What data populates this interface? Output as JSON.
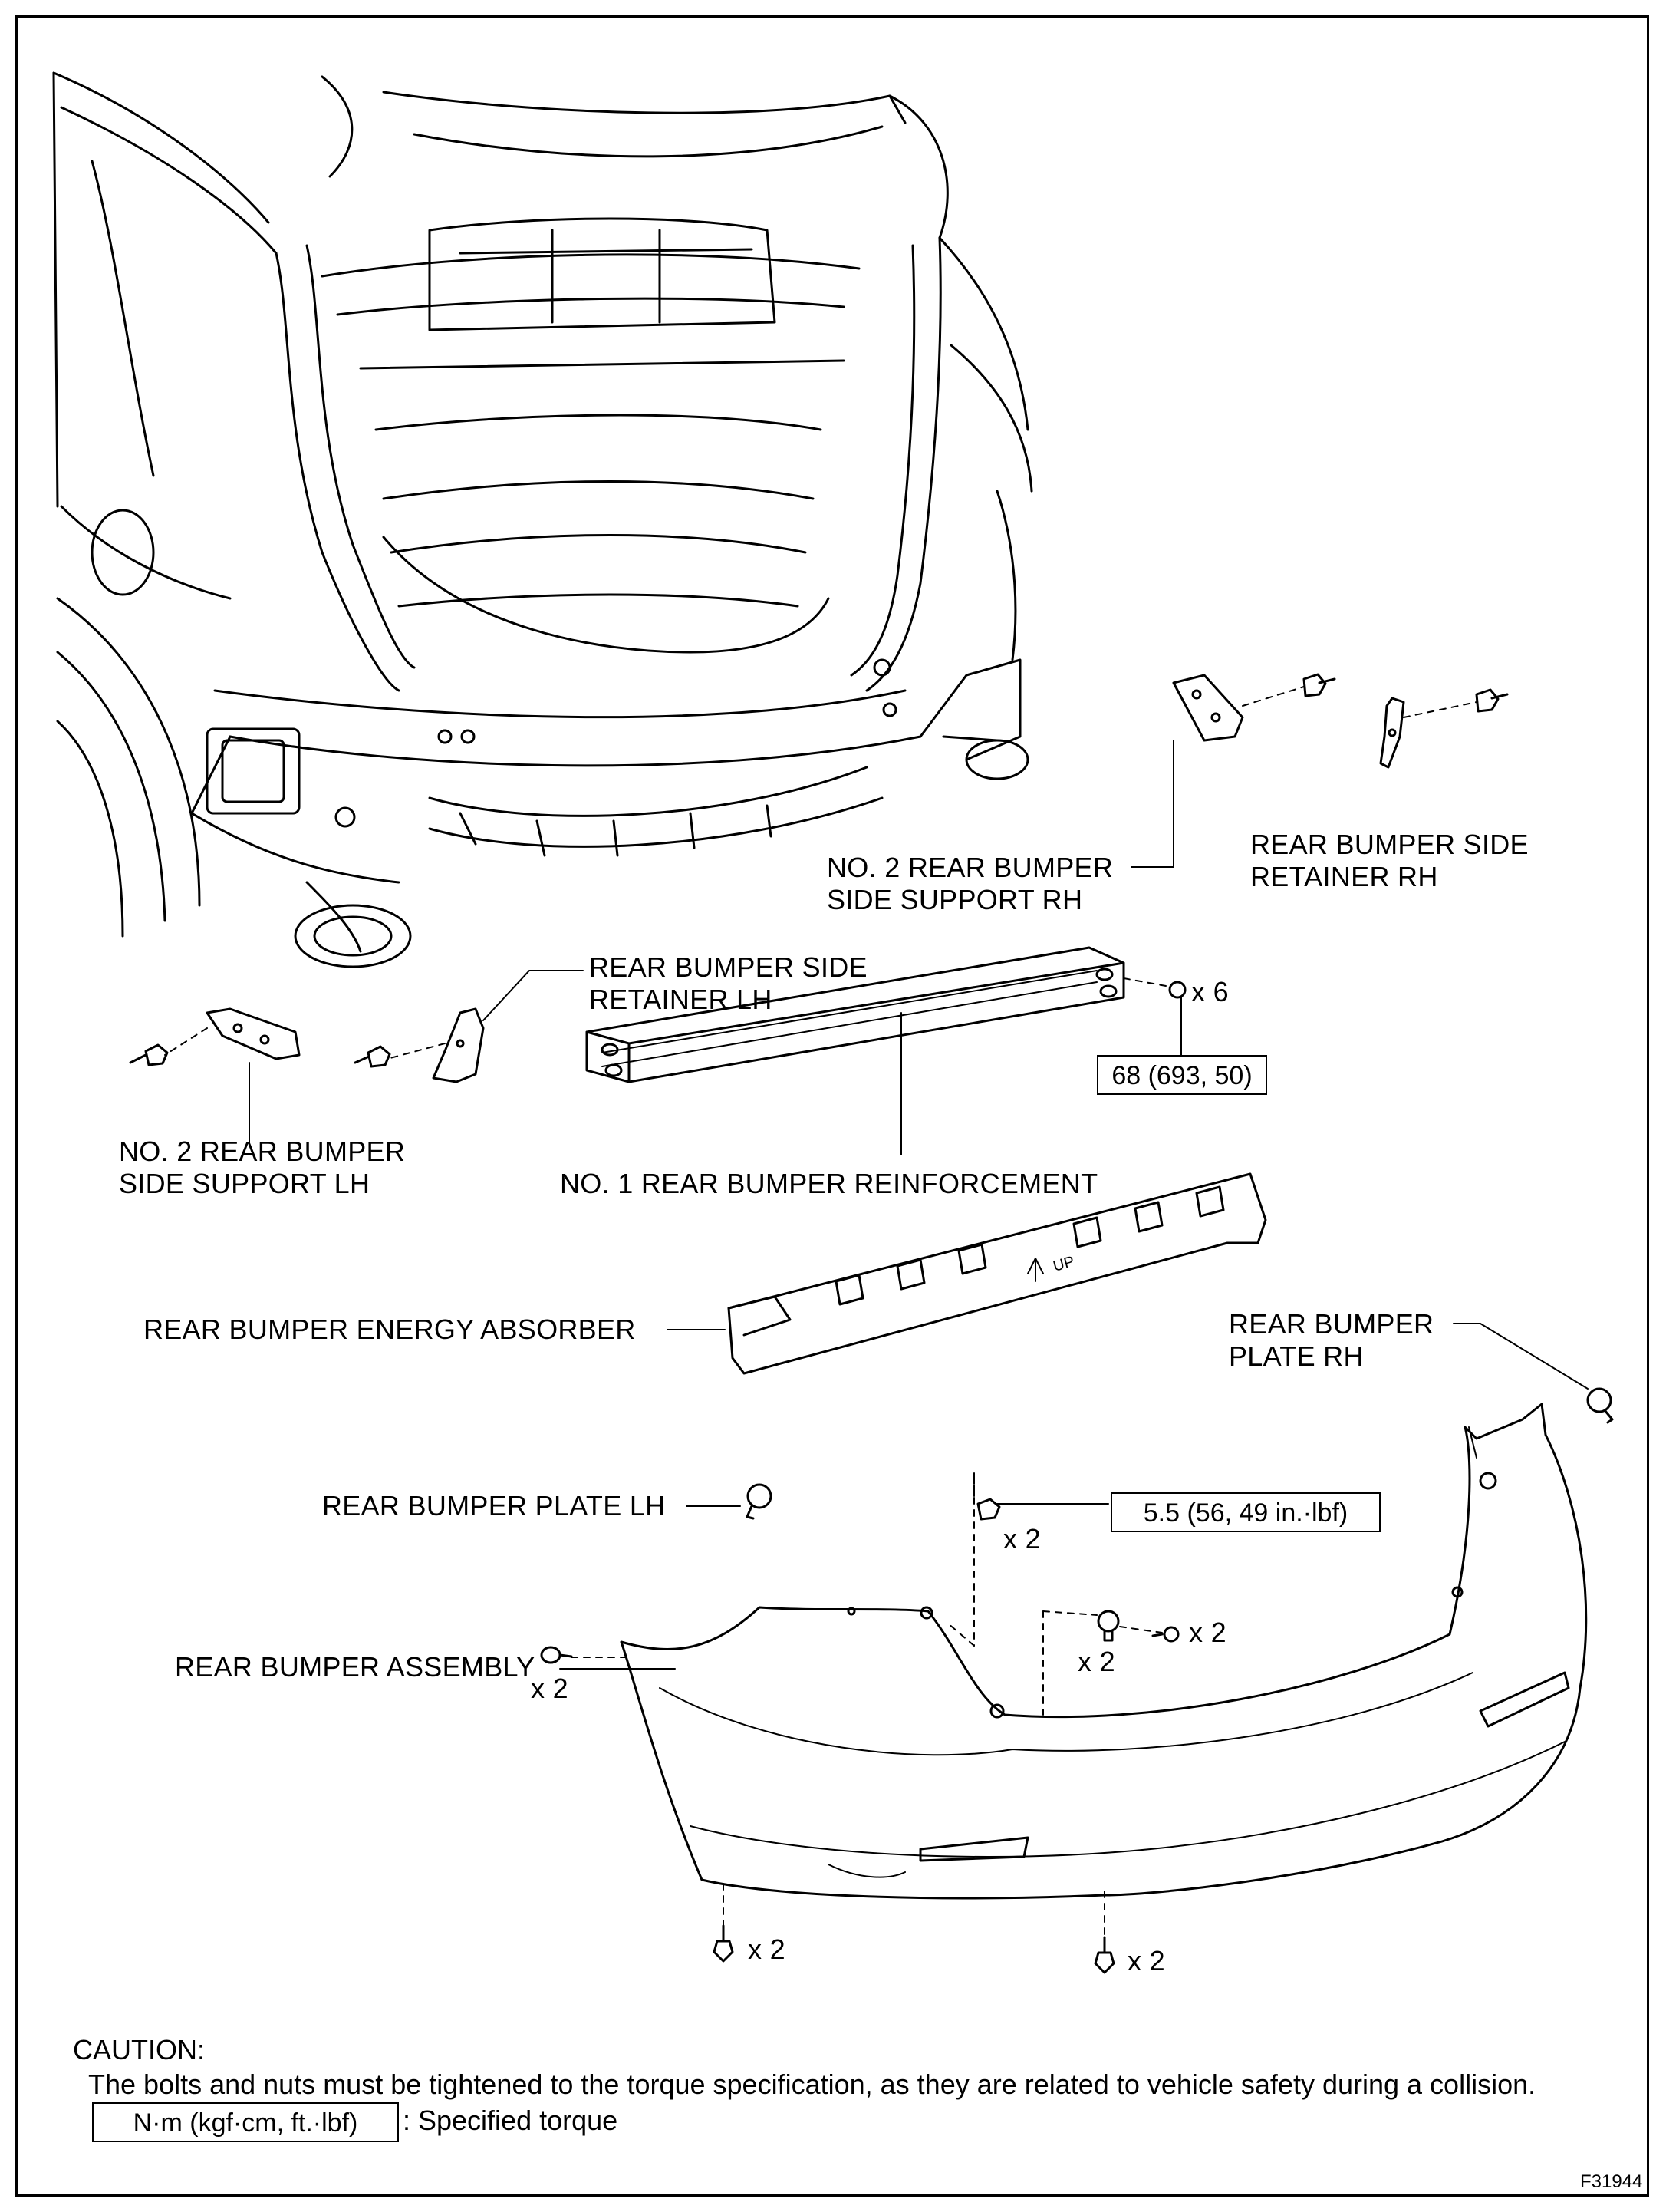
{
  "labels": {
    "side_support_rh": "NO. 2 REAR BUMPER\nSIDE SUPPORT RH",
    "side_retainer_rh": "REAR BUMPER SIDE\nRETAINER RH",
    "side_retainer_lh": "REAR BUMPER SIDE\nRETAINER LH",
    "side_support_lh": "NO. 2 REAR BUMPER\nSIDE SUPPORT LH",
    "reinforcement": "NO. 1 REAR BUMPER REINFORCEMENT",
    "energy_absorber": "REAR BUMPER ENERGY ABSORBER",
    "plate_rh": "REAR BUMPER\nPLATE RH",
    "plate_lh": "REAR BUMPER PLATE LH",
    "bumper_assembly": "REAR BUMPER ASSEMBLY"
  },
  "torque": {
    "reinforcement_nut": "68 (693, 50)",
    "bumper_bolt": "5.5 (56, 49 in.·lbf)",
    "legend_box": "N·m (kgf·cm, ft.·lbf)",
    "legend_text": ": Specified torque"
  },
  "quantities": {
    "nut_x6": "x 6",
    "upper_bolt_x2": "x 2",
    "clip_x2": "x 2",
    "clip_b_x2": "x 2",
    "left_screw_x2": "x 2",
    "lower_left_x2": "x 2",
    "lower_right_x2": "x 2"
  },
  "caution": {
    "title": "CAUTION:",
    "text": "The bolts and nuts must be tightened to the torque specification, as they are related to vehicle safety during a collision."
  },
  "figure_id": "F31944"
}
